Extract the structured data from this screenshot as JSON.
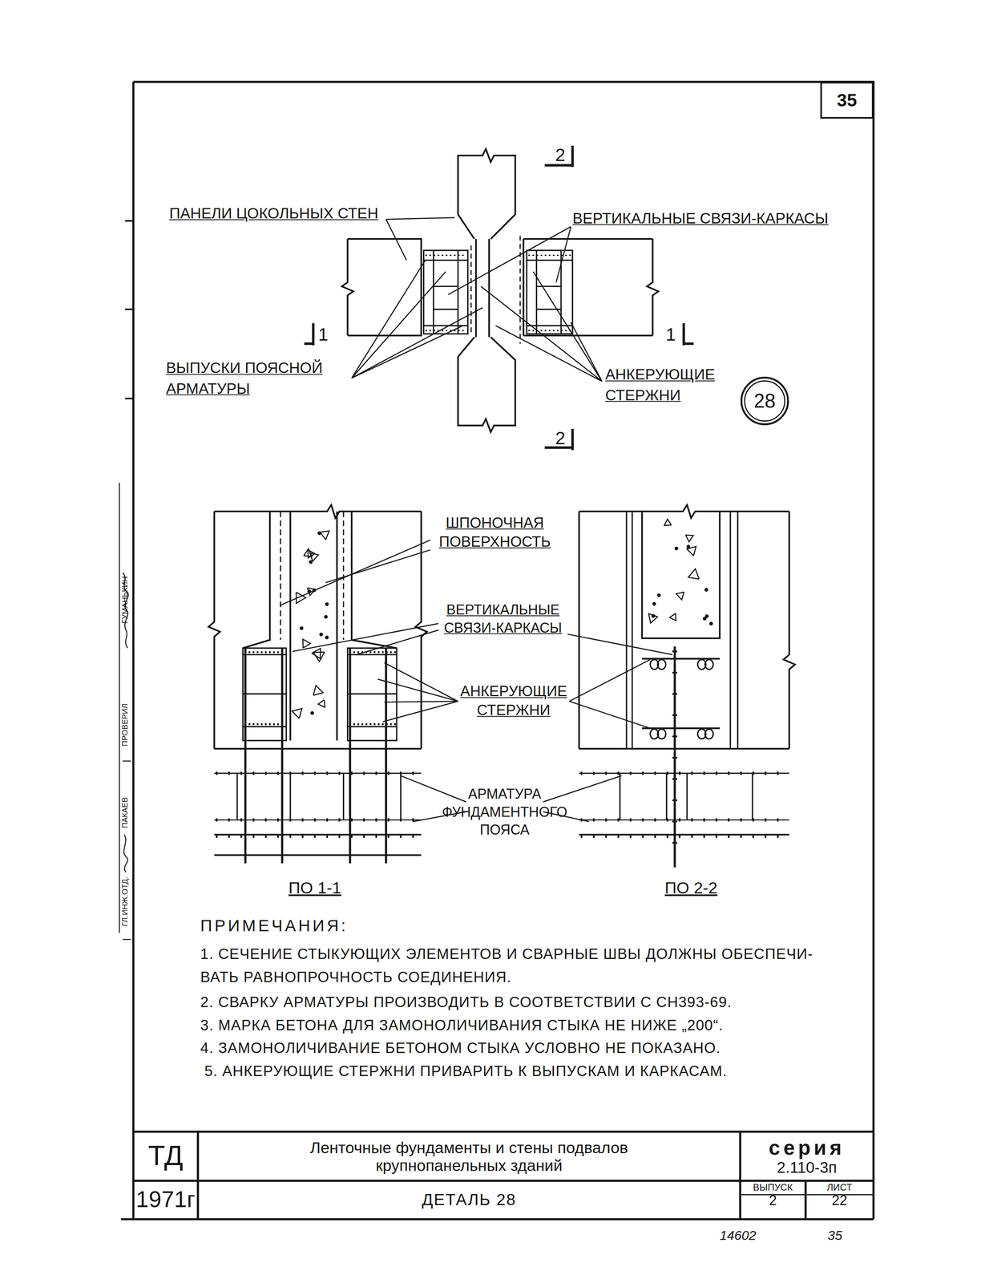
{
  "diagram": {
    "nodes": [
      {
        "text": [
          "35"
        ]
      },
      {
        "text": [
          "28"
        ]
      },
      {
        "text": [
          "ТД"
        ]
      },
      {
        "text": [
          "1971г"
        ]
      },
      {
        "text": [
          "Ленточные фундаменты и стены подвалов крупнопанельных зданий"
        ]
      },
      {
        "text": [
          "ДЕТАЛЬ 28"
        ]
      },
      {
        "text": [
          "серия",
          "2.110-3п"
        ]
      },
      {
        "text": [
          "ВЫПУСК",
          "2"
        ]
      },
      {
        "text": [
          "ЛИСТ",
          "22"
        ]
      }
    ],
    "labels": [
      "2",
      "ПАНЕЛИ ЦОКОЛЬНЫХ СТЕН",
      "ВЕРТИКАЛЬНЫЕ СВЯЗИ-КАРКАСЫ",
      "1",
      "1",
      "ВЫПУСКИ ПОЯСНОЙ АРМАТУРЫ",
      "АНКЕРУЮЩИЕ СТЕРЖНИ",
      "2",
      "ШПОНОЧНАЯ ПОВЕРХНОСТЬ",
      "ВЕРТИКАЛЬНЫЕ СВЯЗИ-КАРКАСЫ",
      "АНКЕРУЮЩИЕ СТЕРЖНИ",
      "АРМАТУРА ФУНДАМЕНТНОГО ПОЯСА",
      "ПО 1-1",
      "ПО 2-2",
      "ПРИМЕЧАНИЯ:",
      "1. СЕЧЕНИЕ СТЫКУЮЩИХ ЭЛЕМЕНТОВ И СВАРНЫЕ ШВЫ ДОЛЖНЫ ОБЕСПЕЧИ- ВАТЬ РАВНОПРОЧНОСТЬ СОЕДИНЕНИЯ.",
      "2. СВАРКУ АРМАТУРЫ ПРОИЗВОДИТЬ В СООТВЕТСТВИИ С СН393-69.",
      "3. МАРКА БЕТОНА ДЛЯ ЗАМОНОЛИЧИВАНИЯ СТЫКА НЕ НИЖЕ „200“.",
      "4. ЗАМОНОЛИЧИВАНИЕ БЕТОНОМ СТЫКА УСЛОВНО НЕ ПОКАЗАНО.",
      "5. АНКЕРУЮЩИЕ СТЕРЖНИ ПРИВАРИТЬ К ВЫПУСКАМ И КАРКАСАМ.",
      "14602",
      "35",
      "ГЛ.ИНЖ.ОТД.",
      "ПАКАЕВ",
      "ПРОВЕРИЛ",
      "ГУМАНЬКИН"
    ]
  }
}
